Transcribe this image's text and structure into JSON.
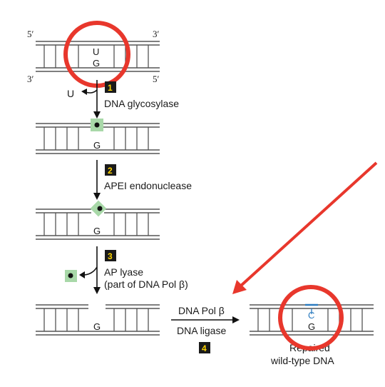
{
  "colors": {
    "annotation_red": "#e8372c",
    "abasic_green": "#a8d8a8",
    "repair_blue": "#2b7bbf",
    "step_box": "#1a1a1a",
    "step_number": "#ffd400"
  },
  "dna_top": {
    "five_prime": "5′",
    "three_prime_top": "3′",
    "three_prime_bottom": "3′",
    "five_prime_bottom": "5′",
    "top_base": "U",
    "bottom_base": "G"
  },
  "step1": {
    "number": "1",
    "removed_base": "U",
    "enzyme": "DNA glycosylase"
  },
  "dna_after1": {
    "bottom_base": "G"
  },
  "step2": {
    "number": "2",
    "enzyme": "APEI endonuclease"
  },
  "dna_after2": {
    "bottom_base": "G"
  },
  "step3": {
    "number": "3",
    "enzyme": "AP lyase",
    "enzyme_note": "(part of DNA Pol β)"
  },
  "dna_after3": {
    "bottom_base": "G"
  },
  "step4": {
    "number": "4",
    "enzyme_top": "DNA Pol β",
    "enzyme_bottom": "DNA ligase"
  },
  "dna_repaired": {
    "top_base": "C",
    "bottom_base": "G",
    "label_line1": "Repaired",
    "label_line2": "wild-type DNA"
  }
}
